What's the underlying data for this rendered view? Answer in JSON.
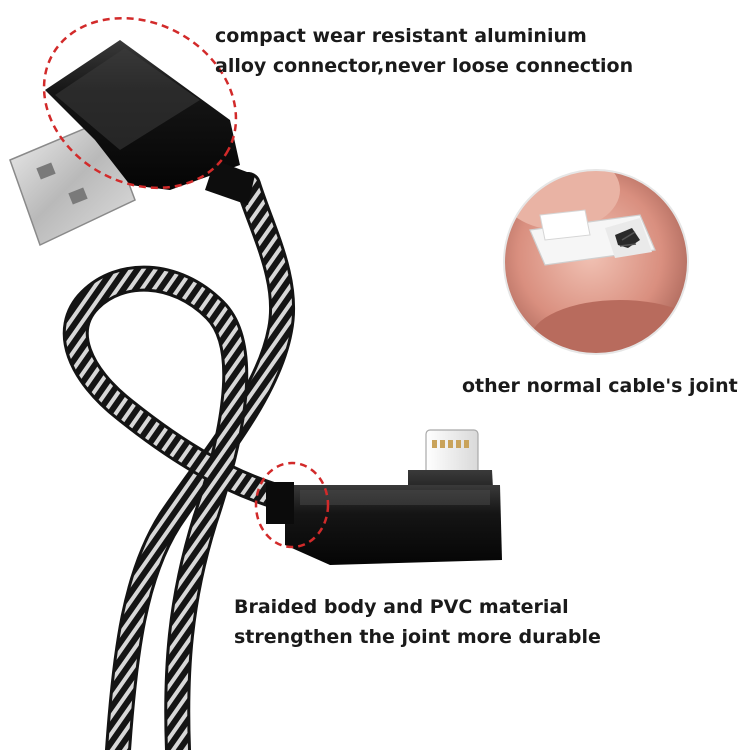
{
  "captions": {
    "connector": {
      "line1": "compact wear resistant aluminium",
      "line2": "alloy connector,never loose connection"
    },
    "comparison": "other normal cable's joint",
    "body": {
      "line1": "Braided body and PVC material",
      "line2": "strengthen the joint more durable"
    }
  },
  "colors": {
    "background": "#ffffff",
    "connector": "#1b1b1b",
    "braid_light": "#d8d8d8",
    "highlight_ring": "#d22a2a",
    "metal_plug": "#c9c9c9"
  }
}
